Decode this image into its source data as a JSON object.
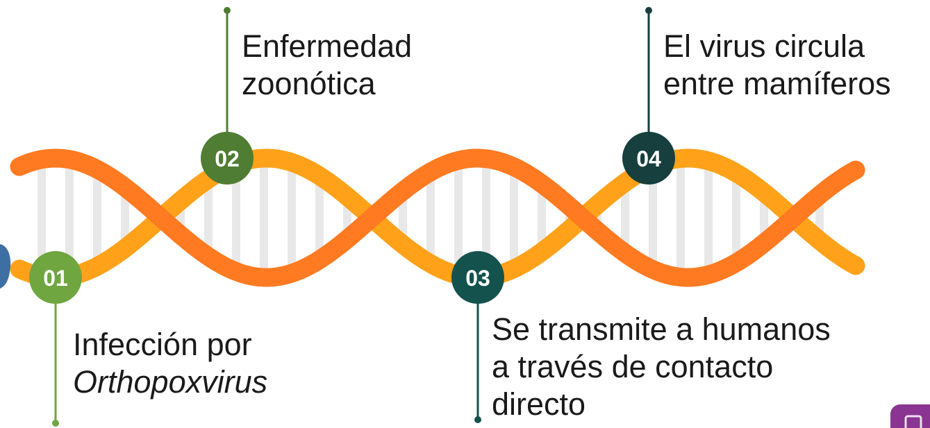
{
  "colors": {
    "strand_front": "#ff7a21",
    "strand_back": "#ffa21a",
    "rungs": "#e8e8e8",
    "step_01": "#6fa640",
    "step_02": "#4f7d33",
    "step_03": "#14524d",
    "step_04": "#163f3d",
    "corner_tab": "#8a3591",
    "left_fragment": "#3d6fa3"
  },
  "steps": [
    {
      "number": "01",
      "lines": [
        "Infección por",
        "Orthopoxvirus"
      ],
      "italic_line": 1
    },
    {
      "number": "02",
      "lines": [
        "Enfermedad",
        "zoonótica"
      ],
      "italic_line": -1
    },
    {
      "number": "03",
      "lines": [
        "Se transmite a humanos",
        "a través de contacto",
        "directo"
      ],
      "italic_line": -1
    },
    {
      "number": "04",
      "lines": [
        "El virus circula",
        "entre mamíferos"
      ],
      "italic_line": -1
    }
  ]
}
